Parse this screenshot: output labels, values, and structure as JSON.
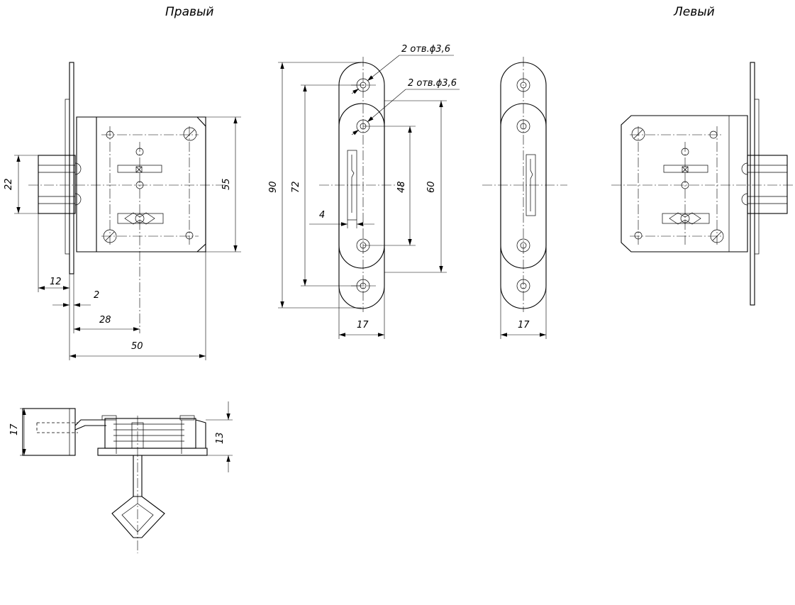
{
  "views": {
    "right_title": "Правый",
    "left_title": "Левый"
  },
  "dimensions": {
    "bolt_height": "22",
    "case_height": "55",
    "backset_12": "12",
    "faceplate_2": "2",
    "backset_28": "28",
    "depth_50": "50",
    "faceplate_len_90": "90",
    "screw_dist_72": "72",
    "inner_48": "48",
    "inner_60": "60",
    "slot_4": "4",
    "faceplate_width_17": "17",
    "strike_width_17": "17",
    "top_thickness_17": "17",
    "top_case_13": "13"
  },
  "notes": {
    "holes_outer": "2 отв.ϕ3,6",
    "holes_inner": "2 отв.ϕ3,6"
  }
}
